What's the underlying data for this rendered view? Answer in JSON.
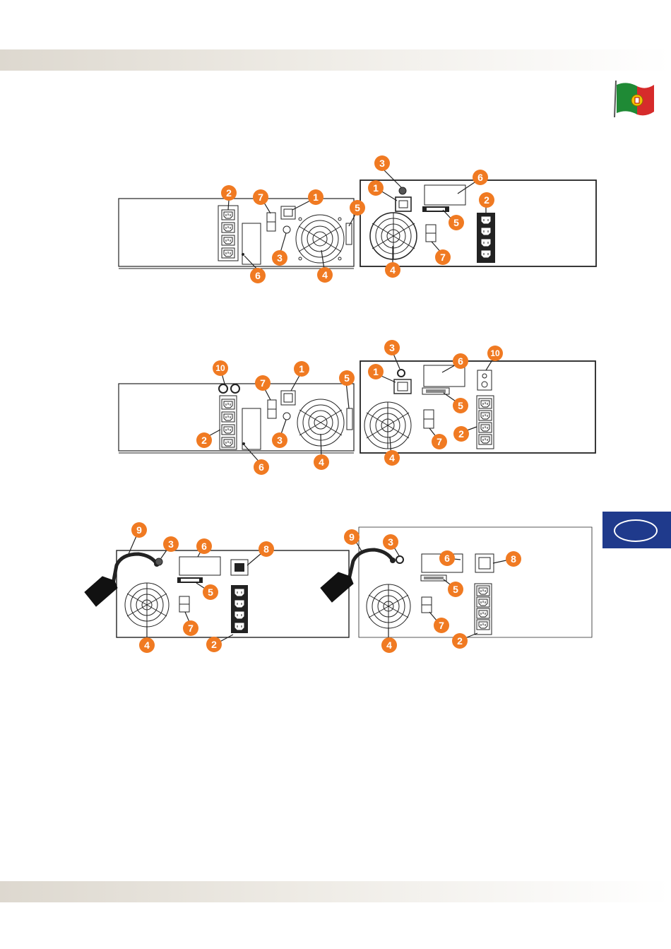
{
  "colors": {
    "callout": "#f07a22",
    "line": "#222222",
    "side_tab": "#1f3a8c",
    "flag_green": "#1f8a35",
    "flag_red": "#d62b2b"
  },
  "icons": {
    "language_flag": "portugal-flag-icon",
    "side_tab": "oval-tab-icon"
  },
  "callouts": {
    "n1": "1",
    "n2": "2",
    "n3": "3",
    "n4": "4",
    "n5": "5",
    "n6": "6",
    "n7": "7",
    "n8": "8",
    "n9": "9",
    "n10": "10"
  }
}
